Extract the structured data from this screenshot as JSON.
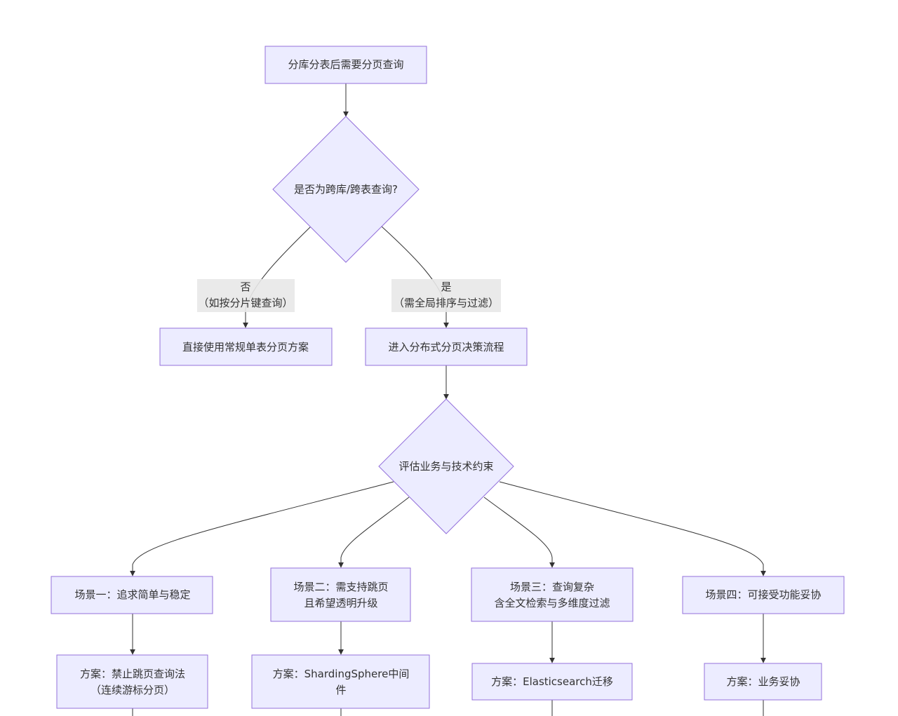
{
  "nodes": {
    "start": "分库分表后需要分页查询",
    "cross_query": "是否为跨库/跨表查询?",
    "direct": "直接使用常规单表分页方案",
    "enter_flow": "进入分布式分页决策流程",
    "evaluate": "评估业务与技术约束",
    "scene1": "场景一：追求简单与稳定",
    "scene2_line1": "场景二：需支持跳页",
    "scene2_line2": "且希望透明升级",
    "scene3_line1": "场景三：查询复杂",
    "scene3_line2": "含全文检索与多维度过滤",
    "scene4": "场景四：可接受功能妥协",
    "plan1_line1": "方案：禁止跳页查询法",
    "plan1_line2": "（连续游标分页）",
    "plan2_line1": "方案：ShardingSphere中间",
    "plan2_line2": "件",
    "plan3": "方案：Elasticsearch迁移",
    "plan4": "方案：业务妥协"
  },
  "edge_labels": {
    "no_line1": "否",
    "no_line2": "（如按分片键查询）",
    "yes_line1": "是",
    "yes_line2": "（需全局排序与过滤）"
  }
}
